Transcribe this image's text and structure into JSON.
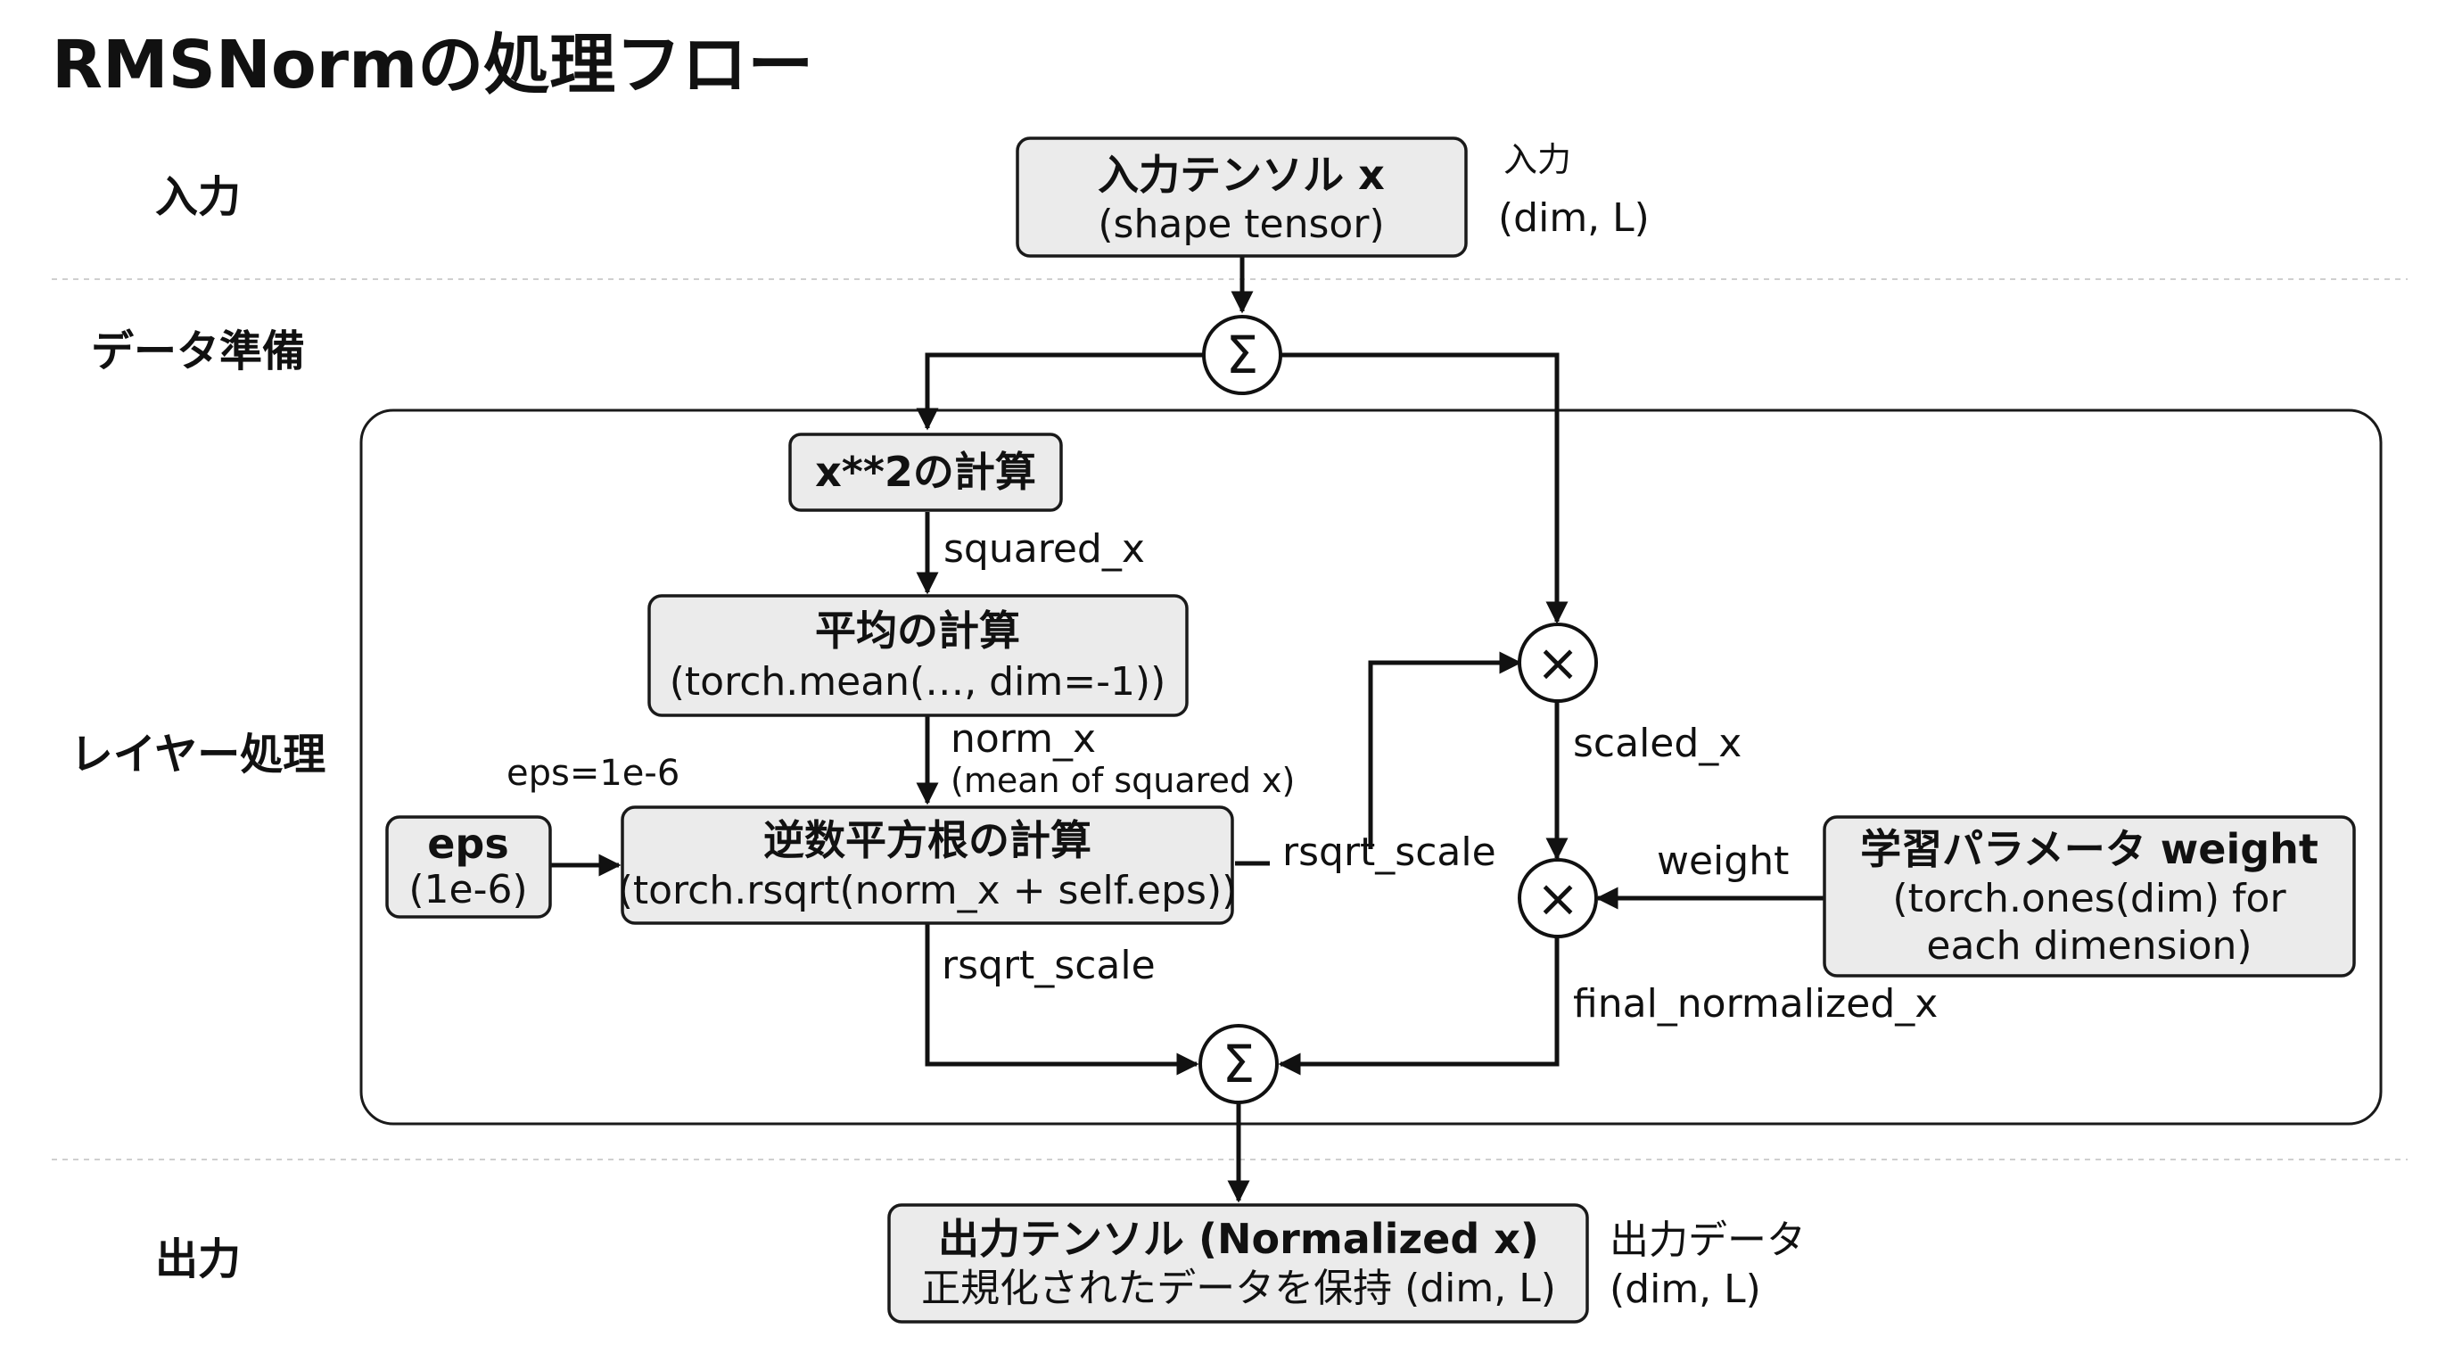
{
  "title": "RMSNormの処理フロー",
  "sections": {
    "input": "入力",
    "data_prep": "データ準備",
    "layer": "レイヤー処理",
    "output": "出力"
  },
  "nodes": {
    "input_tensor": {
      "title": "入力テンソル x",
      "sub": "(shape tensor)"
    },
    "square": {
      "title": "x**2の計算"
    },
    "mean": {
      "title": "平均の計算",
      "sub": "(torch.mean(…, dim=-1))"
    },
    "eps": {
      "title": "eps",
      "sub": "(1e-6)"
    },
    "rsqrt": {
      "title": "逆数平方根の計算",
      "sub": "(torch.rsqrt(norm_x + self.eps))"
    },
    "weight": {
      "title": "学習パラメータ weight",
      "sub1": "(torch.ones(dim) for",
      "sub2": "each dimension)"
    },
    "output_tensor": {
      "title": "出力テンソル (Normalized x)",
      "sub": "正規化されたデータを保持 (dim, L)"
    }
  },
  "operators": {
    "sum_symbol": "Σ",
    "mul_symbol": "×"
  },
  "notes": {
    "input_label": "入力",
    "input_shape": "(dim, L)",
    "output_label": "出力データ",
    "output_shape": "(dim, L)",
    "eps_value": "eps=1e-6"
  },
  "edge_labels": {
    "squared_x": "squared_x",
    "norm_x": "norm_x",
    "norm_x_detail": "(mean of squared x)",
    "rsqrt_scale_right": "rsqrt_scale",
    "rsqrt_scale_down": "rsqrt_scale",
    "scaled_x": "scaled_x",
    "weight": "weight",
    "final_normalized_x": "final_normalized_x"
  }
}
